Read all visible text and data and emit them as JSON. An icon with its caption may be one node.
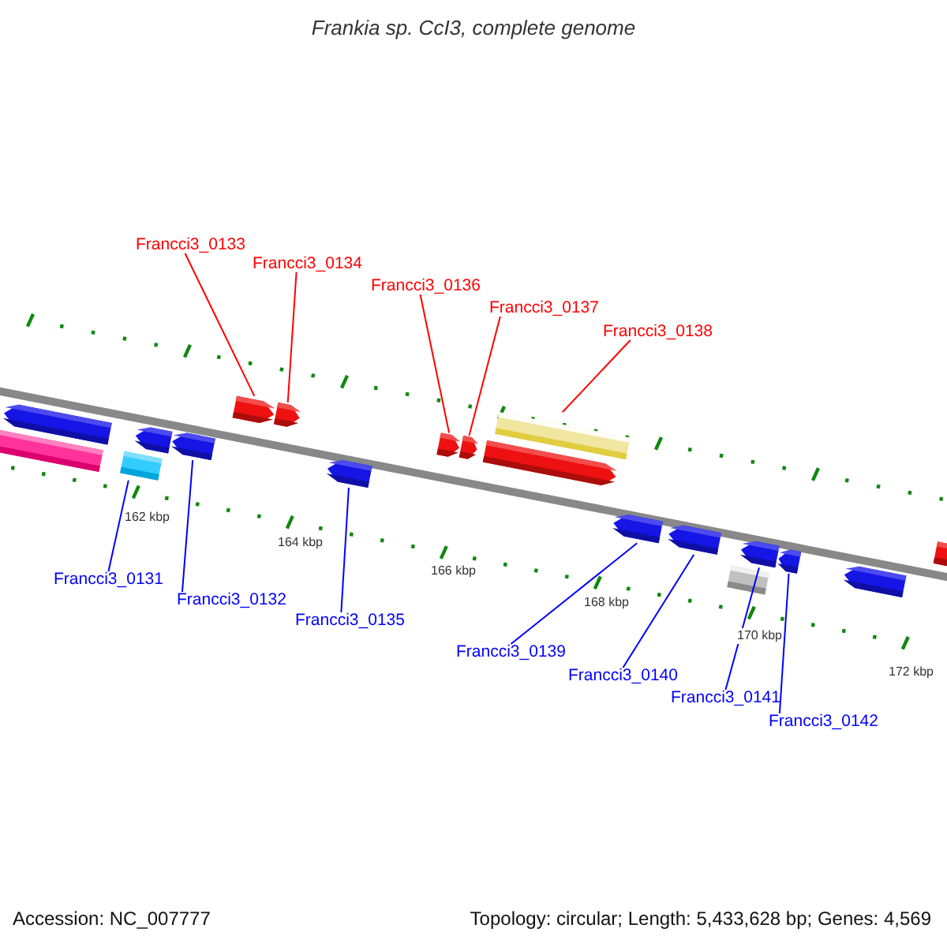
{
  "diagram": {
    "title": "Frankia sp. CcI3, complete genome",
    "nodes": [
      {
        "text": [
          "Francci3_0133"
        ]
      },
      {
        "text": [
          "Francci3_0134"
        ]
      },
      {
        "text": [
          "Francci3_0136"
        ]
      },
      {
        "text": [
          "Francci3_0137"
        ]
      },
      {
        "text": [
          "Francci3_0138"
        ]
      },
      {
        "text": [
          "Francci3_0131"
        ]
      },
      {
        "text": [
          "Francci3_0132"
        ]
      },
      {
        "text": [
          "Francci3_0135"
        ]
      },
      {
        "text": [
          "Francci3_0139"
        ]
      },
      {
        "text": [
          "Francci3_0140"
        ]
      },
      {
        "text": [
          "Francci3_0141"
        ]
      },
      {
        "text": [
          "Francci3_0142"
        ]
      },
      {
        "text": [],
        "shape": "bar"
      },
      {
        "text": [],
        "shape": "bar"
      },
      {
        "text": [],
        "shape": "bar"
      },
      {
        "text": [],
        "shape": "bar"
      },
      {
        "text": [],
        "shape": "bar"
      },
      {
        "text": [],
        "shape": "bar"
      },
      {
        "text": [],
        "shape": "bar"
      },
      {
        "text": [],
        "shape": "bar"
      },
      {
        "text": [],
        "shape": "bar"
      },
      {
        "text": [],
        "shape": "bar"
      },
      {
        "text": [],
        "shape": "bar"
      },
      {
        "text": [],
        "shape": "bar"
      },
      {
        "text": [],
        "shape": "bar"
      },
      {
        "text": [],
        "shape": "bar"
      },
      {
        "text": [],
        "shape": "bar"
      },
      {
        "text": [],
        "shape": "bar"
      },
      {
        "text": [],
        "shape": "bar"
      },
      {
        "text": [],
        "shape": "bar"
      },
      {
        "text": [],
        "shape": "bar"
      }
    ],
    "edges": [
      {
        "from": 0,
        "to": 17,
        "arrow": "none",
        "color": "#ff0000"
      },
      {
        "from": 1,
        "to": 18,
        "arrow": "none",
        "color": "#ff0000"
      },
      {
        "from": 2,
        "to": 20,
        "arrow": "none",
        "color": "#ff0000"
      },
      {
        "from": 3,
        "to": 21,
        "arrow": "none",
        "color": "#ff0000"
      },
      {
        "from": 4,
        "to": 23,
        "arrow": "none",
        "color": "#ff0000"
      },
      {
        "from": 5,
        "to": 14,
        "arrow": "none"
      },
      {
        "from": 6,
        "to": 16,
        "arrow": "none"
      },
      {
        "from": 7,
        "to": 19,
        "arrow": "none"
      },
      {
        "from": 8,
        "to": 24,
        "arrow": "none"
      },
      {
        "from": 9,
        "to": 25,
        "arrow": "none"
      },
      {
        "from": 10,
        "to": 27,
        "arrow": "none"
      },
      {
        "from": 11,
        "to": 28,
        "arrow": "none"
      }
    ],
    "labels": [
      "162 kbp",
      "164 kbp",
      "166 kbp",
      "168 kbp",
      "170 kbp",
      "172 kbp",
      "Accession: NC_007777",
      "Topology: circular; Length: 5,433,628 bp; Genes: 4,569"
    ]
  }
}
